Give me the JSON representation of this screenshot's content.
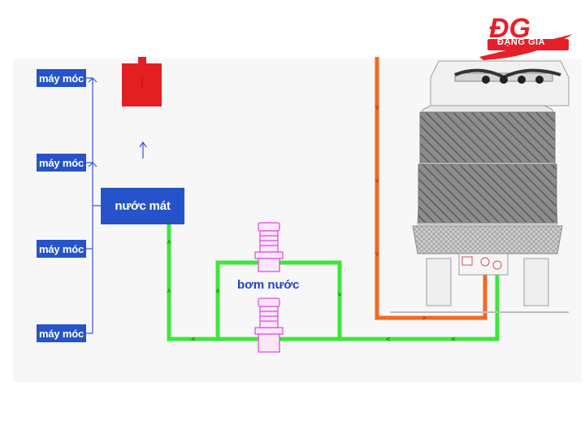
{
  "logo": {
    "mark": "ĐG",
    "name": "ĐẶNG GIA",
    "color": "#e5202a"
  },
  "labels": {
    "machines": [
      "máy móc",
      "máy móc",
      "máy móc",
      "máy móc"
    ],
    "cooling_water": "nước mát",
    "pump": "bơm nước"
  },
  "colors": {
    "label_bg": "#2653c9",
    "return_pipe": "#f26a21",
    "supply_pipe": "#3ee63a",
    "distribution_line": "#3355dd",
    "tank": "#e41f22",
    "pump": "#d94ad8"
  },
  "icons": [
    "expansion-tank-icon",
    "pump-icon",
    "cooling-tower-icon"
  ]
}
